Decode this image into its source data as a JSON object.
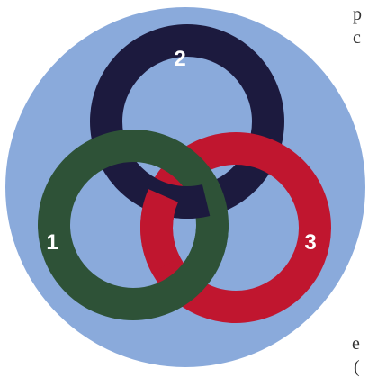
{
  "diagram": {
    "background_color": "#8aaadb",
    "rings": [
      {
        "label": "1",
        "color": "#2e5237"
      },
      {
        "label": "2",
        "color": "#1c1a3e"
      },
      {
        "label": "3",
        "color": "#c0162f"
      }
    ]
  },
  "edge_text": {
    "line1": "p",
    "line2": "c",
    "line3": "e",
    "line4": "("
  }
}
